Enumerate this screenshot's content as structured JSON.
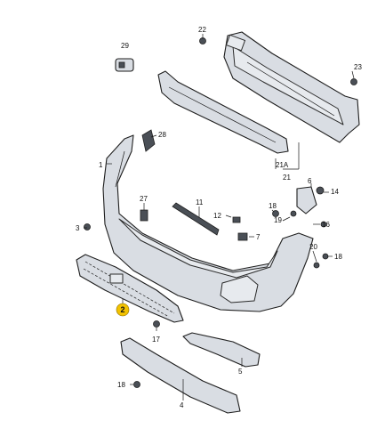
{
  "labels": {
    "l22": "22",
    "l29": "29",
    "l23": "23",
    "l28": "28",
    "l1": "1",
    "l21a": "21A",
    "l21": "21",
    "l6": "6",
    "l14": "14",
    "l27": "27",
    "l11": "11",
    "l18a": "18",
    "l12": "12",
    "l19": "19",
    "l16": "16",
    "l3": "3",
    "l7": "7",
    "l20": "20",
    "l18b": "18",
    "l2": "2",
    "l17": "17",
    "l5": "5",
    "l18c": "18",
    "l4": "4"
  },
  "highlight_color": "#f2c200"
}
